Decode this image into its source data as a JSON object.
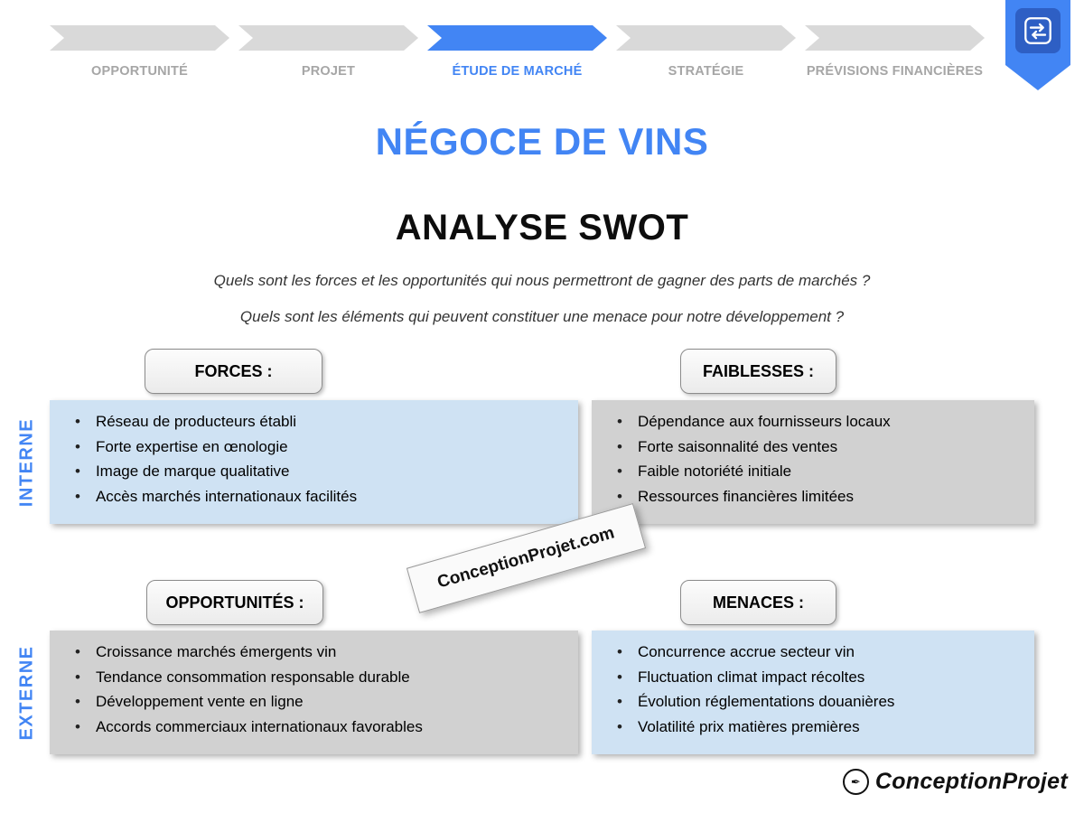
{
  "breadcrumb": {
    "steps": [
      {
        "label": "OPPORTUNITÉ",
        "active": false
      },
      {
        "label": "PROJET",
        "active": false
      },
      {
        "label": "ÉTUDE DE MARCHÉ",
        "active": true
      },
      {
        "label": "STRATÉGIE",
        "active": false
      },
      {
        "label": "PRÉVISIONS FINANCIÈRES",
        "active": false
      }
    ]
  },
  "header": {
    "title": "NÉGOCE DE VINS",
    "subtitle": "ANALYSE SWOT"
  },
  "questions": [
    "Quels sont les forces et les opportunités qui nous permettront de gagner des parts de marchés ?",
    "Quels sont les éléments qui peuvent constituer une menace pour notre développement ?"
  ],
  "axes": {
    "internal": "INTERNE",
    "external": "EXTERNE"
  },
  "swot": {
    "forces": {
      "label": "FORCES :",
      "items": [
        "Réseau de producteurs établi",
        "Forte expertise en œnologie",
        "Image de marque qualitative",
        "Accès marchés internationaux facilités"
      ]
    },
    "faiblesses": {
      "label": "FAIBLESSES :",
      "items": [
        "Dépendance aux fournisseurs locaux",
        "Forte saisonnalité des ventes",
        "Faible notoriété initiale",
        "Ressources financières limitées"
      ]
    },
    "opportunites": {
      "label": "OPPORTUNITÉS :",
      "items": [
        "Croissance marchés émergents vin",
        "Tendance consommation responsable durable",
        "Développement vente en ligne",
        "Accords commerciaux internationaux favorables"
      ]
    },
    "menaces": {
      "label": "MENACES :",
      "items": [
        "Concurrence accrue secteur vin",
        "Fluctuation climat impact récoltes",
        "Évolution réglementations douanières",
        "Volatilité prix matières premières"
      ]
    }
  },
  "bullet_glyph": "•",
  "watermark": "ConceptionProjet.com",
  "logo": {
    "text": "ConceptionProjet"
  },
  "icons": {
    "badge": "flowchart-icon",
    "logo": "pen-icon"
  },
  "colors": {
    "accent": "#4285f4",
    "light_blue": "#cfe2f3",
    "gray": "#d1d1d1",
    "chevron_gray": "#d9d9d9"
  }
}
